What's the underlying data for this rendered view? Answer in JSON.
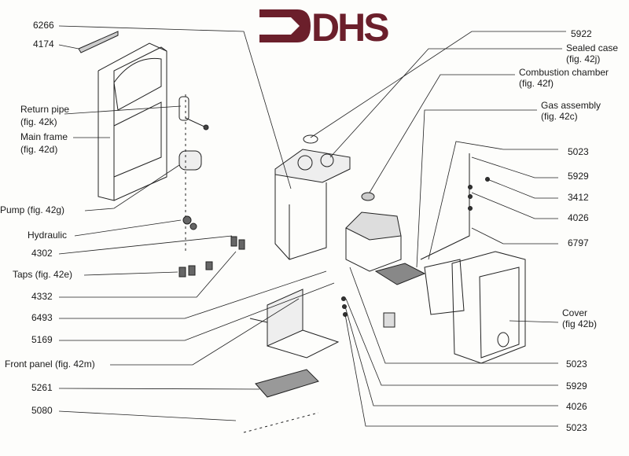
{
  "logo": {
    "text": "DHS",
    "color": "#6b1f2b"
  },
  "left_labels": [
    {
      "id": "6266",
      "lines": [
        "6266"
      ]
    },
    {
      "id": "4174",
      "lines": [
        "4174"
      ]
    },
    {
      "id": "return-pipe",
      "lines": [
        "Return pipe",
        "(fig. 42k)"
      ]
    },
    {
      "id": "main-frame",
      "lines": [
        "Main frame",
        "(fig. 42d)"
      ]
    },
    {
      "id": "pump",
      "lines": [
        "Pump (fig. 42g)"
      ]
    },
    {
      "id": "hydraulic",
      "lines": [
        "Hydraulic"
      ]
    },
    {
      "id": "4302",
      "lines": [
        "4302"
      ]
    },
    {
      "id": "taps",
      "lines": [
        "Taps (fig. 42e)"
      ]
    },
    {
      "id": "4332",
      "lines": [
        "4332"
      ]
    },
    {
      "id": "6493",
      "lines": [
        "6493"
      ]
    },
    {
      "id": "5169",
      "lines": [
        "5169"
      ]
    },
    {
      "id": "front-panel",
      "lines": [
        "Front panel (fig. 42m)"
      ]
    },
    {
      "id": "5261",
      "lines": [
        "5261"
      ]
    },
    {
      "id": "5080",
      "lines": [
        "5080"
      ]
    }
  ],
  "right_labels": [
    {
      "id": "5922",
      "lines": [
        "5922"
      ]
    },
    {
      "id": "sealed-case",
      "lines": [
        "Sealed case",
        "(fig. 42j)"
      ]
    },
    {
      "id": "combustion-chamber",
      "lines": [
        "Combustion chamber",
        "(fig. 42f)"
      ]
    },
    {
      "id": "gas-assembly",
      "lines": [
        "Gas assembly",
        "(fig. 42c)"
      ]
    },
    {
      "id": "5023-a",
      "lines": [
        "5023"
      ]
    },
    {
      "id": "5929-a",
      "lines": [
        "5929"
      ]
    },
    {
      "id": "3412",
      "lines": [
        "3412"
      ]
    },
    {
      "id": "4026-a",
      "lines": [
        "4026"
      ]
    },
    {
      "id": "6797",
      "lines": [
        "6797"
      ]
    },
    {
      "id": "cover",
      "lines": [
        "Cover",
        "(fig 42b)"
      ]
    },
    {
      "id": "5023-b",
      "lines": [
        "5023"
      ]
    },
    {
      "id": "5929-b",
      "lines": [
        "5929"
      ]
    },
    {
      "id": "4026-b",
      "lines": [
        "4026"
      ]
    },
    {
      "id": "5023-c",
      "lines": [
        "5023"
      ]
    }
  ]
}
